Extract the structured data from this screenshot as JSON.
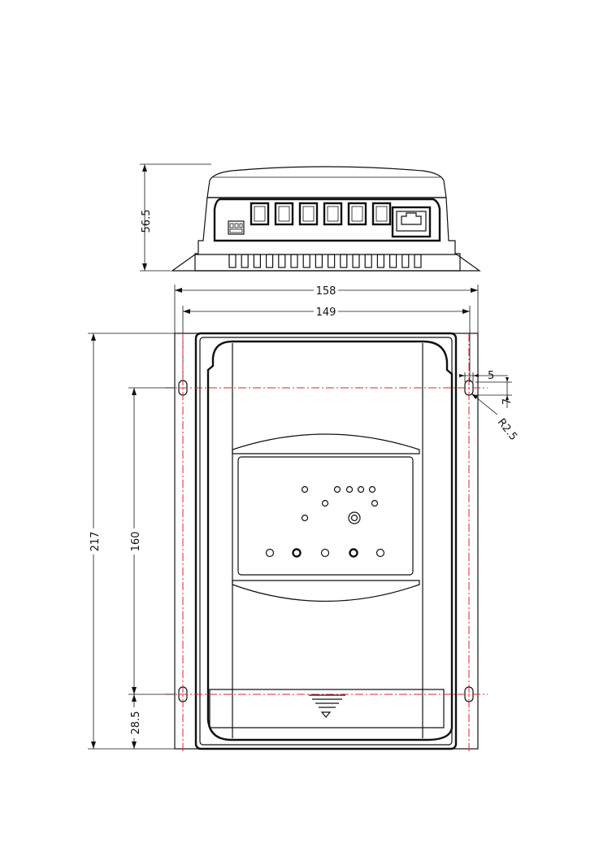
{
  "dimensions": {
    "side_height": "56.5",
    "overall_width": "158",
    "hole_spacing_width": "149",
    "overall_height": "217",
    "hole_spacing_height": "160",
    "bottom_hole_offset": "28.5",
    "slot_width": "5",
    "slot_length": "7",
    "slot_radius": "R2.5"
  },
  "colors": {
    "outline": "#111111",
    "centerline": "#e0222a",
    "background": "#ffffff"
  },
  "side_view": {
    "terminal_count": 6,
    "connectors": [
      "terminal-block-icon",
      "rj45-port-icon"
    ],
    "fin_count": 16
  },
  "front_view": {
    "indicator_holes_small": 9,
    "indicator_holes_large": 5,
    "mounting_holes": 4
  }
}
